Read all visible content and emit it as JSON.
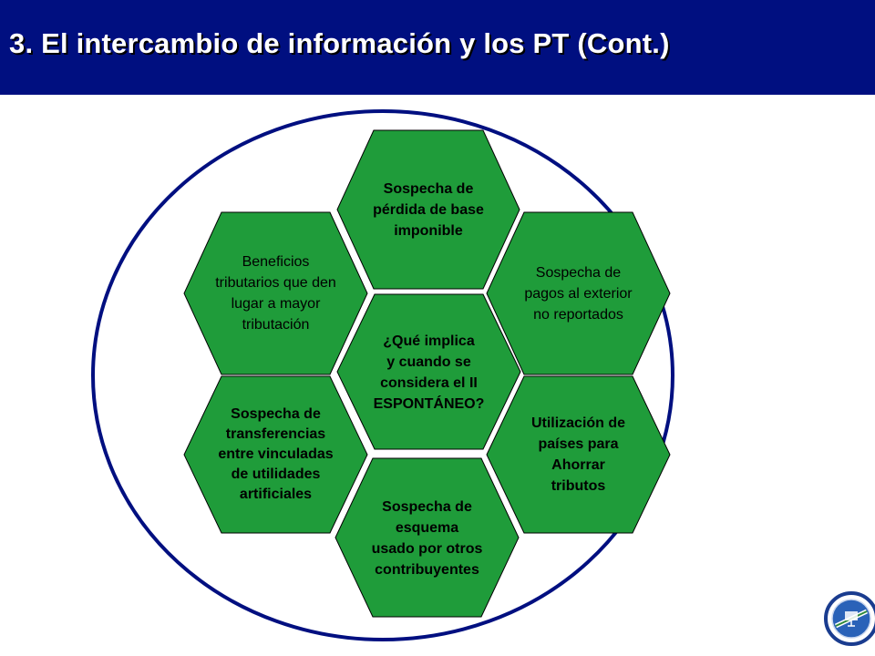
{
  "slide": {
    "title": "3. El intercambio de información y los PT (Cont.)"
  },
  "colors": {
    "header_bg": "#000f80",
    "ellipse_stroke": "#000f80",
    "hex_fill": "#1f9c3a",
    "hex_stroke": "#000000"
  },
  "hexagons": {
    "center": "¿Qué implica\ny cuando se\nconsidera el II\nESPONTÁNEO?",
    "top": "Sospecha de\npérdida de base\nimponible",
    "upper_left": "Beneficios\ntributarios que den\nlugar a mayor\ntributación",
    "upper_right": "Sospecha de\npagos al exterior\nno reportados",
    "lower_left": "Sospecha de\ntransferencias\nentre vinculadas\nde utilidades\nartificiales",
    "lower_right": "Utilización de\npaíses para\nAhorrar\ntributos",
    "bottom": "Sospecha de\nesquema\nusado por otros\ncontribuyentes"
  }
}
